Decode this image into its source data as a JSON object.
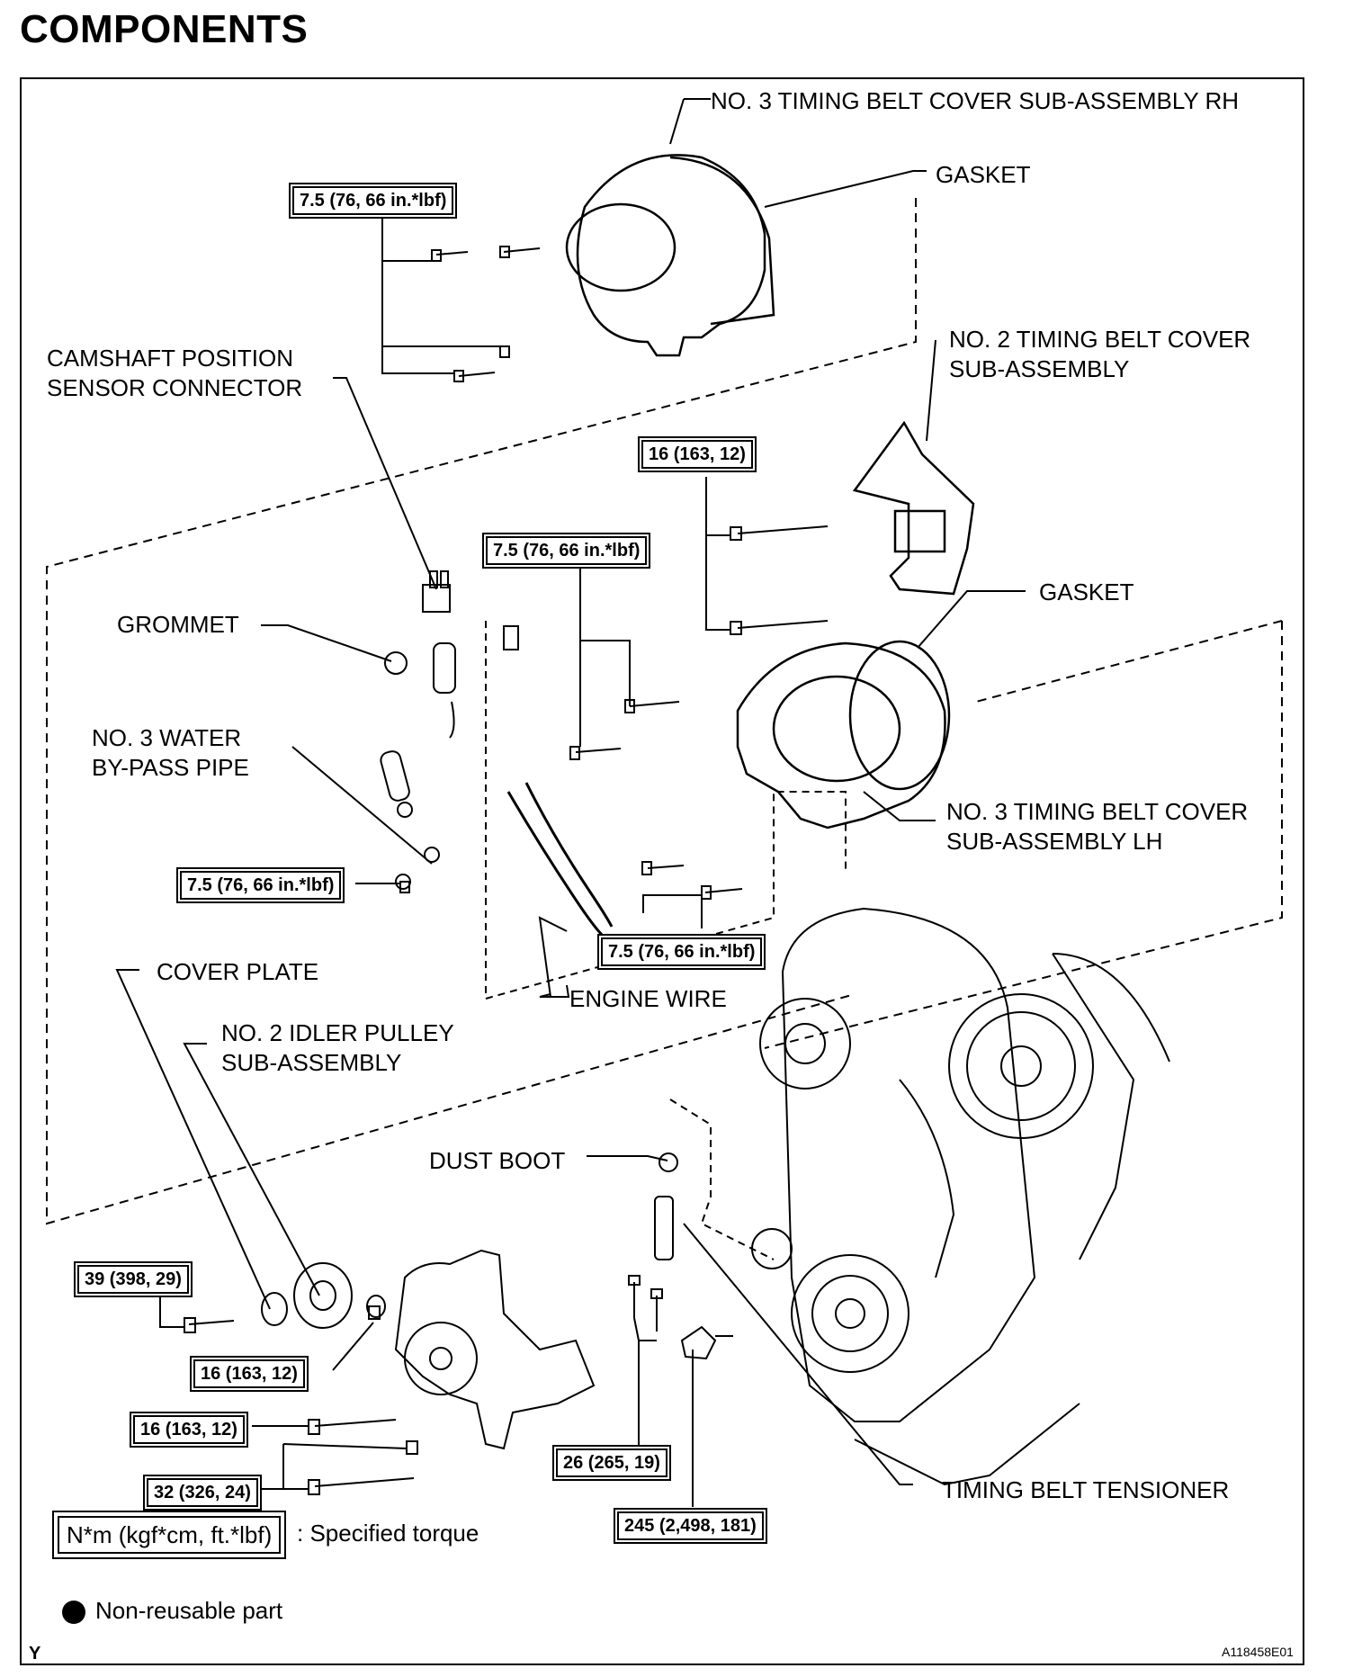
{
  "title": "COMPONENTS",
  "labels": {
    "cover_rh": "NO. 3 TIMING BELT COVER SUB-ASSEMBLY RH",
    "gasket_top": "GASKET",
    "cam_sensor_1": "CAMSHAFT POSITION",
    "cam_sensor_2": "SENSOR CONNECTOR",
    "cover2_1": "NO. 2 TIMING BELT COVER",
    "cover2_2": "SUB-ASSEMBLY",
    "grommet": "GROMMET",
    "gasket_mid": "GASKET",
    "water_pipe_1": "NO. 3 WATER",
    "water_pipe_2": "BY-PASS PIPE",
    "cover_lh_1": "NO. 3 TIMING BELT COVER",
    "cover_lh_2": "SUB-ASSEMBLY LH",
    "cover_plate": "COVER PLATE",
    "engine_wire": "ENGINE WIRE",
    "idler_1": "NO. 2 IDLER PULLEY",
    "idler_2": "SUB-ASSEMBLY",
    "dust_boot": "DUST BOOT",
    "tensioner": "TIMING BELT TENSIONER"
  },
  "torques": {
    "t1": "7.5 (76, 66 in.*lbf)",
    "t2": "16 (163, 12)",
    "t3": "7.5 (76, 66 in.*lbf)",
    "t4": "7.5 (76, 66 in.*lbf)",
    "t5": "7.5 (76, 66 in.*lbf)",
    "t6": "39 (398, 29)",
    "t7": "16 (163, 12)",
    "t8": "16 (163, 12)",
    "t9": "32 (326, 24)",
    "t10": "26 (265, 19)",
    "t11": "245 (2,498, 181)"
  },
  "legend": {
    "torque_unit": "N*m (kgf*cm, ft.*lbf)",
    "torque_text": ": Specified torque",
    "nonreusable": "Non-reusable part"
  },
  "footer": {
    "left_mark": "Y",
    "figure_id": "A118458E01"
  }
}
